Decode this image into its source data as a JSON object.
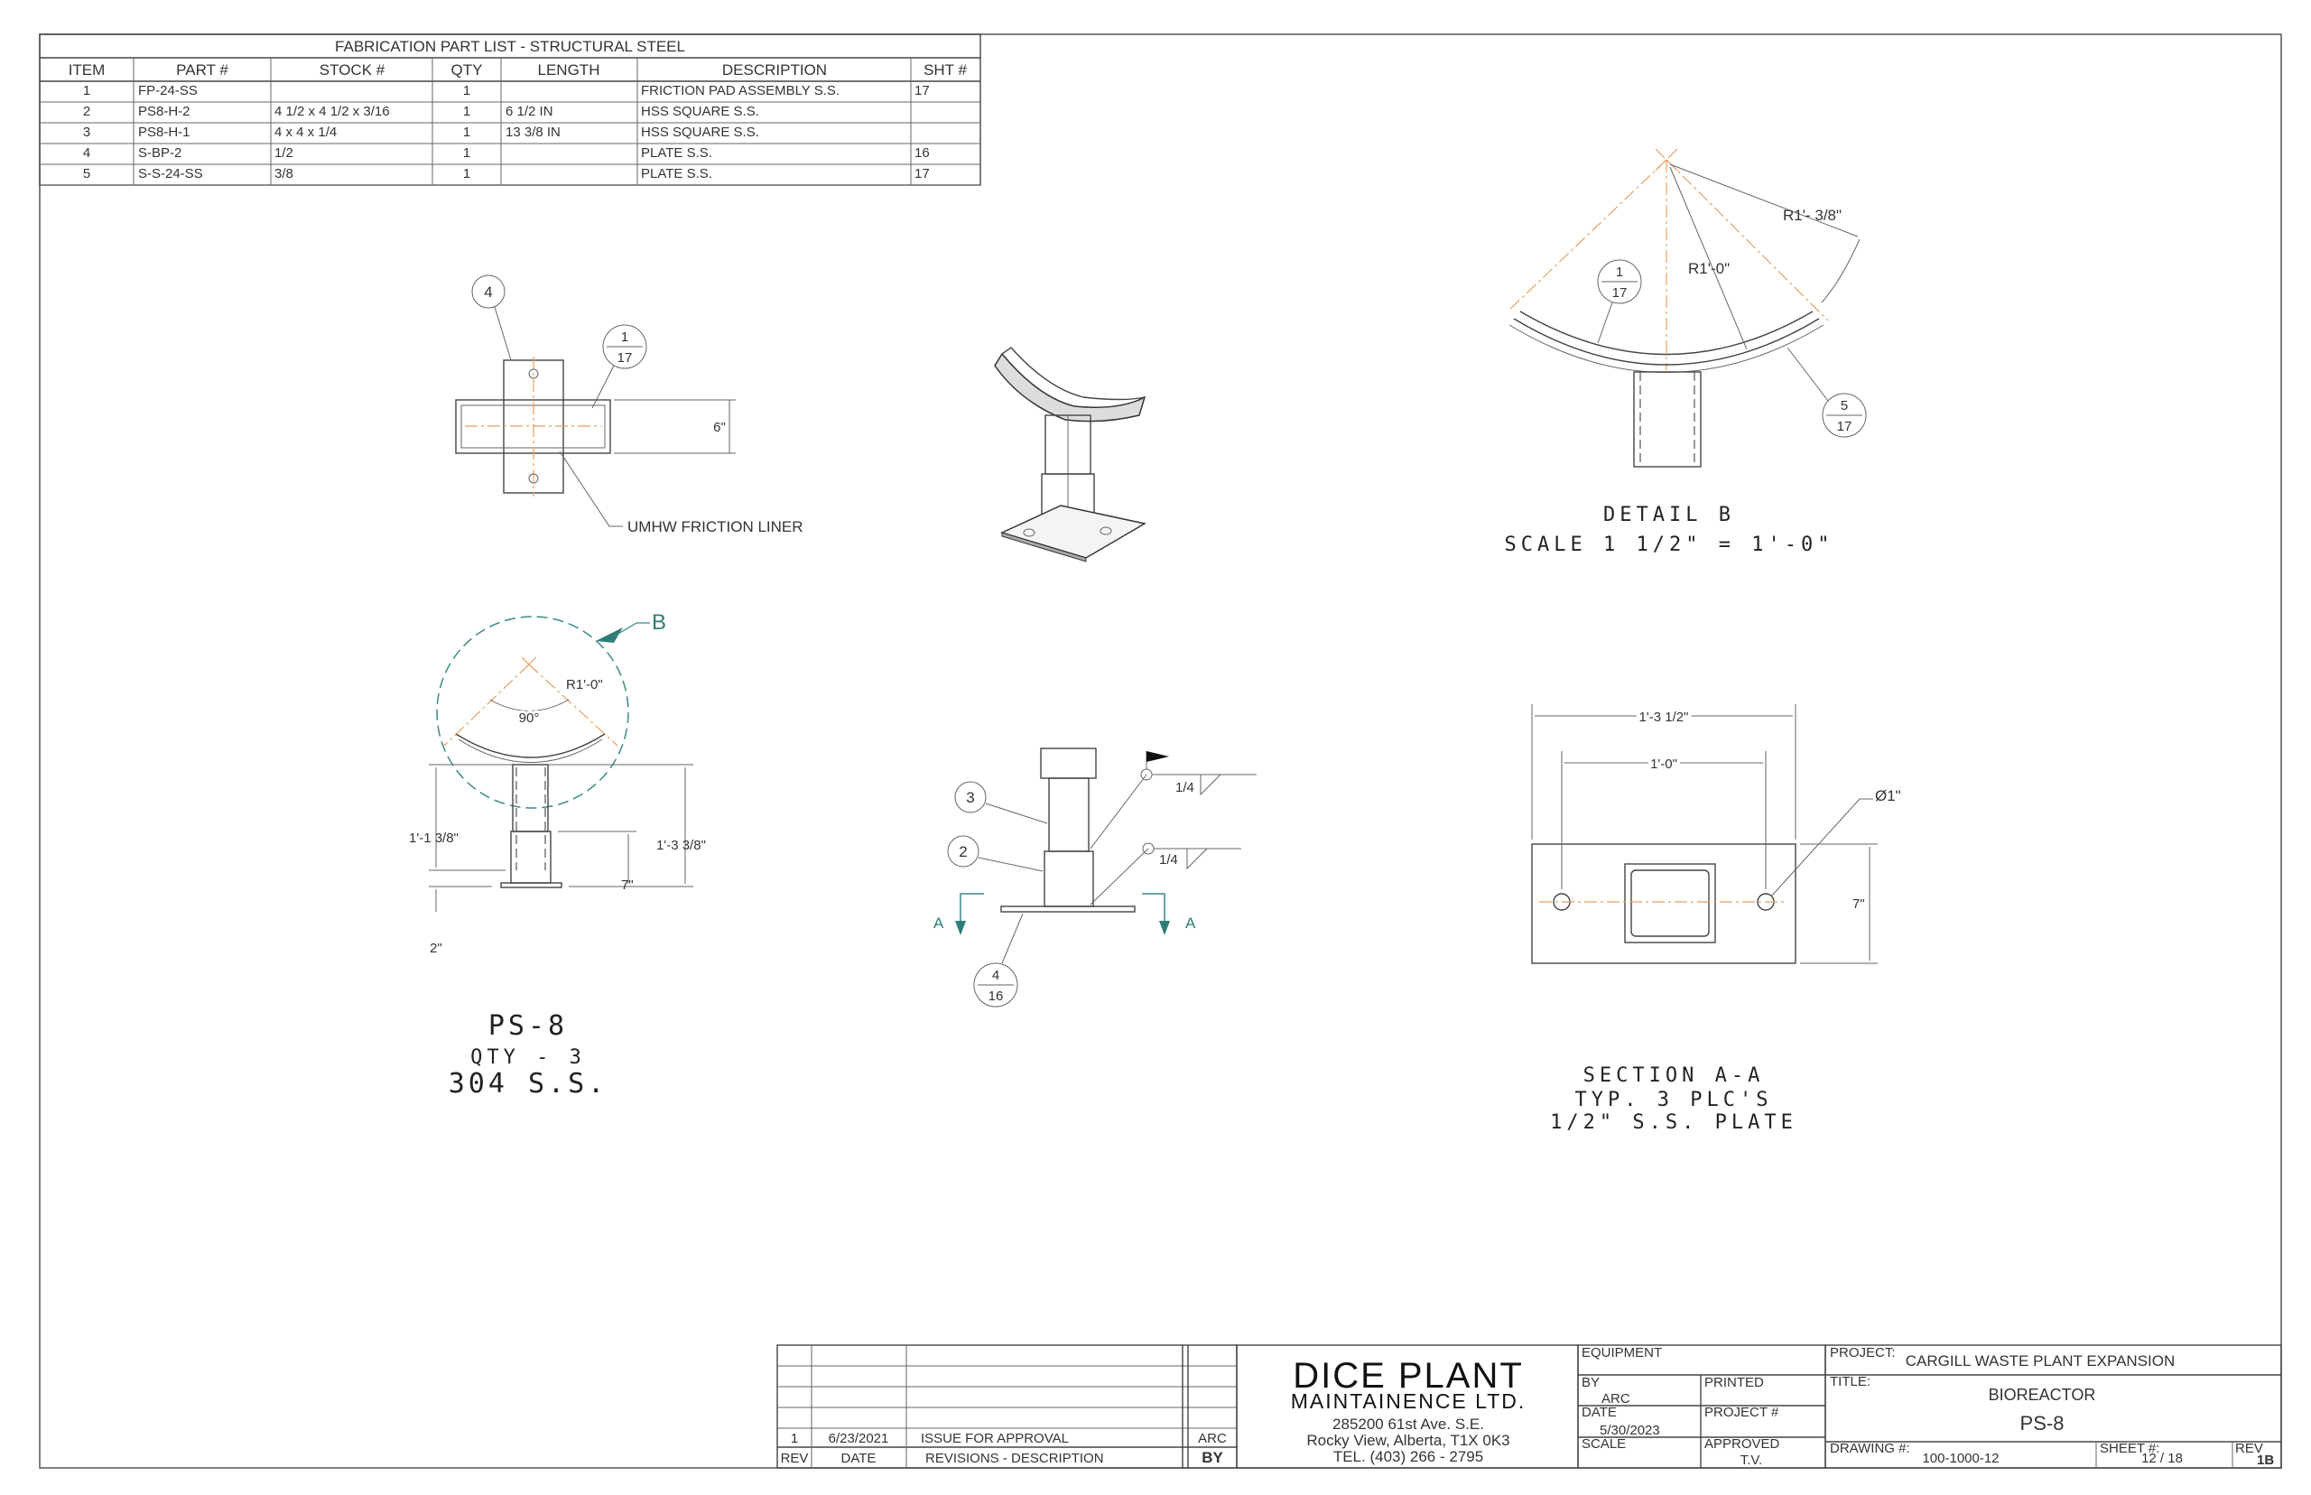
{
  "parts_list": {
    "title": "FABRICATION PART LIST - STRUCTURAL STEEL",
    "headers": [
      "ITEM",
      "PART #",
      "STOCK #",
      "QTY",
      "LENGTH",
      "DESCRIPTION",
      "SHT #"
    ],
    "rows": [
      [
        "1",
        "FP-24-SS",
        "",
        "1",
        "",
        "FRICTION PAD ASSEMBLY S.S.",
        "17"
      ],
      [
        "2",
        "PS8-H-2",
        "4 1/2 x 4 1/2 x 3/16",
        "1",
        "6 1/2 IN",
        "HSS SQUARE S.S.",
        ""
      ],
      [
        "3",
        "PS8-H-1",
        "4 x 4 x 1/4",
        "1",
        "13 3/8 IN",
        "HSS SQUARE S.S.",
        ""
      ],
      [
        "4",
        "S-BP-2",
        "1/2",
        "1",
        "",
        "PLATE S.S.",
        "16"
      ],
      [
        "5",
        "S-S-24-SS",
        "3/8",
        "1",
        "",
        "PLATE S.S.",
        "17"
      ]
    ]
  },
  "plan_view": {
    "bubble_item": "4",
    "bubble_detail_top": "1",
    "bubble_detail_bottom": "17",
    "dim_height": "6\"",
    "liner_label": "UMHW FRICTION LINER"
  },
  "detail_b": {
    "title": "DETAIL  B",
    "scale": "SCALE 1 1/2\" = 1'-0\"",
    "radius_outer": "R1'- 3/8\"",
    "radius_inner": "R1'-0\"",
    "bubble1_top": "1",
    "bubble1_bottom": "17",
    "bubble5_top": "5",
    "bubble5_bottom": "17"
  },
  "elevation": {
    "detail_marker": "B",
    "radius": "R1'-0\"",
    "angle": "90°",
    "dim_left": "1'-1 3/8\"",
    "dim_right": "1'-3 3/8\"",
    "dim_sleeve": "7\"",
    "dim_base": "2\"",
    "title": "PS-8",
    "qty": "QTY - 3",
    "material": "304 S.S."
  },
  "weld_view": {
    "bubble3": "3",
    "bubble2": "2",
    "bubble4_top": "4",
    "bubble4_bottom": "16",
    "weld1": "1/4",
    "weld2": "1/4",
    "section_left": "A",
    "section_right": "A"
  },
  "section_aa": {
    "dim_overall": "1'-3 1/2\"",
    "dim_holes": "1'-0\"",
    "hole_dia": "Ø1\"",
    "dim_height": "7\"",
    "title": "SECTION A-A",
    "note1": "TYP. 3 PLC'S",
    "note2": "1/2\" S.S. PLATE"
  },
  "revisions": {
    "rows": [
      {
        "rev": "1",
        "date": "6/23/2021",
        "desc": "ISSUE FOR APPROVAL",
        "by": "ARC"
      }
    ],
    "header": {
      "rev": "REV",
      "date": "DATE",
      "desc": "REVISIONS - DESCRIPTION",
      "by": "BY"
    }
  },
  "company": {
    "name1": "DICE PLANT",
    "name2": "MAINTAINENCE LTD.",
    "address1": "285200 61st Ave. S.E.",
    "address2": "Rocky View, Alberta, T1X 0K3",
    "phone": "TEL. (403) 266 - 2795"
  },
  "title_block": {
    "equipment_label": "EQUIPMENT",
    "by_label": "BY",
    "by": "ARC",
    "printed_label": "PRINTED",
    "date_label": "DATE",
    "date": "5/30/2023",
    "project_no_label": "PROJECT #",
    "scale_label": "SCALE",
    "approved_label": "APPROVED",
    "approved": "T.V.",
    "project_label": "PROJECT:",
    "project": "CARGILL WASTE PLANT EXPANSION",
    "title_label": "TITLE:",
    "title1": "BIOREACTOR",
    "title2": "PS-8",
    "drawing_label": "DRAWING #:",
    "drawing": "100-1000-12",
    "sheet_label": "SHEET #:",
    "sheet": "12 / 18",
    "rev_label": "REV",
    "rev": "1B"
  }
}
